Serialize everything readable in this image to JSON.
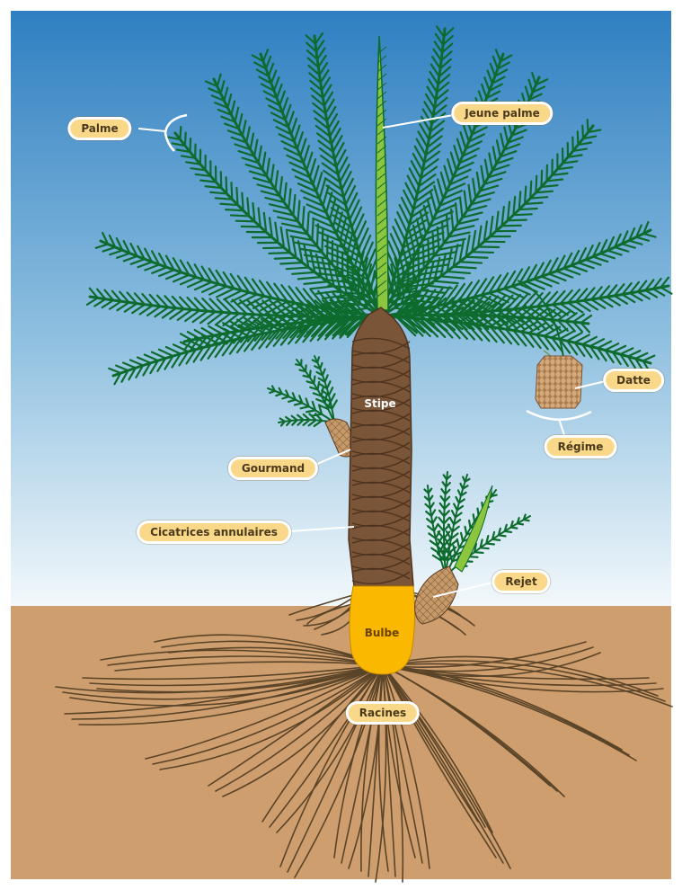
{
  "colors": {
    "sky_top": "#2f7fc1",
    "sky_bottom": "#eef6fb",
    "soil": "#cf9e6e",
    "frond": "#0e6b2e",
    "young_frond": "#8cc63f",
    "trunk": "#7a5538",
    "trunk_line": "#4e331f",
    "bulb": "#fbb800",
    "roots": "#5a4428",
    "dates": "#c49a6c",
    "label_bg": "#f9d88a"
  },
  "labels": {
    "palme": "Palme",
    "jeune_palme": "Jeune palme",
    "stipe": "Stipe",
    "datte": "Datte",
    "regime": "Régime",
    "gourmand": "Gourmand",
    "cicatrices": "Cicatrices annulaires",
    "rejet": "Rejet",
    "bulbe": "Bulbe",
    "racines": "Racines"
  }
}
